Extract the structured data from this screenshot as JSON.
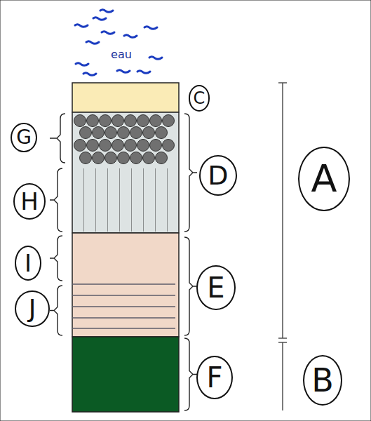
{
  "diagram": {
    "nodes": [
      {
        "text": [
          "C"
        ]
      },
      {
        "text": [
          "G"
        ]
      },
      {
        "text": [
          "D"
        ]
      },
      {
        "text": [
          "A"
        ]
      },
      {
        "text": [
          "H"
        ]
      },
      {
        "text": [
          "I"
        ]
      },
      {
        "text": [
          "E"
        ]
      },
      {
        "text": [
          "J"
        ]
      },
      {
        "text": [
          "F"
        ]
      },
      {
        "text": [
          "B"
        ]
      }
    ],
    "labels": [
      "eau"
    ]
  }
}
